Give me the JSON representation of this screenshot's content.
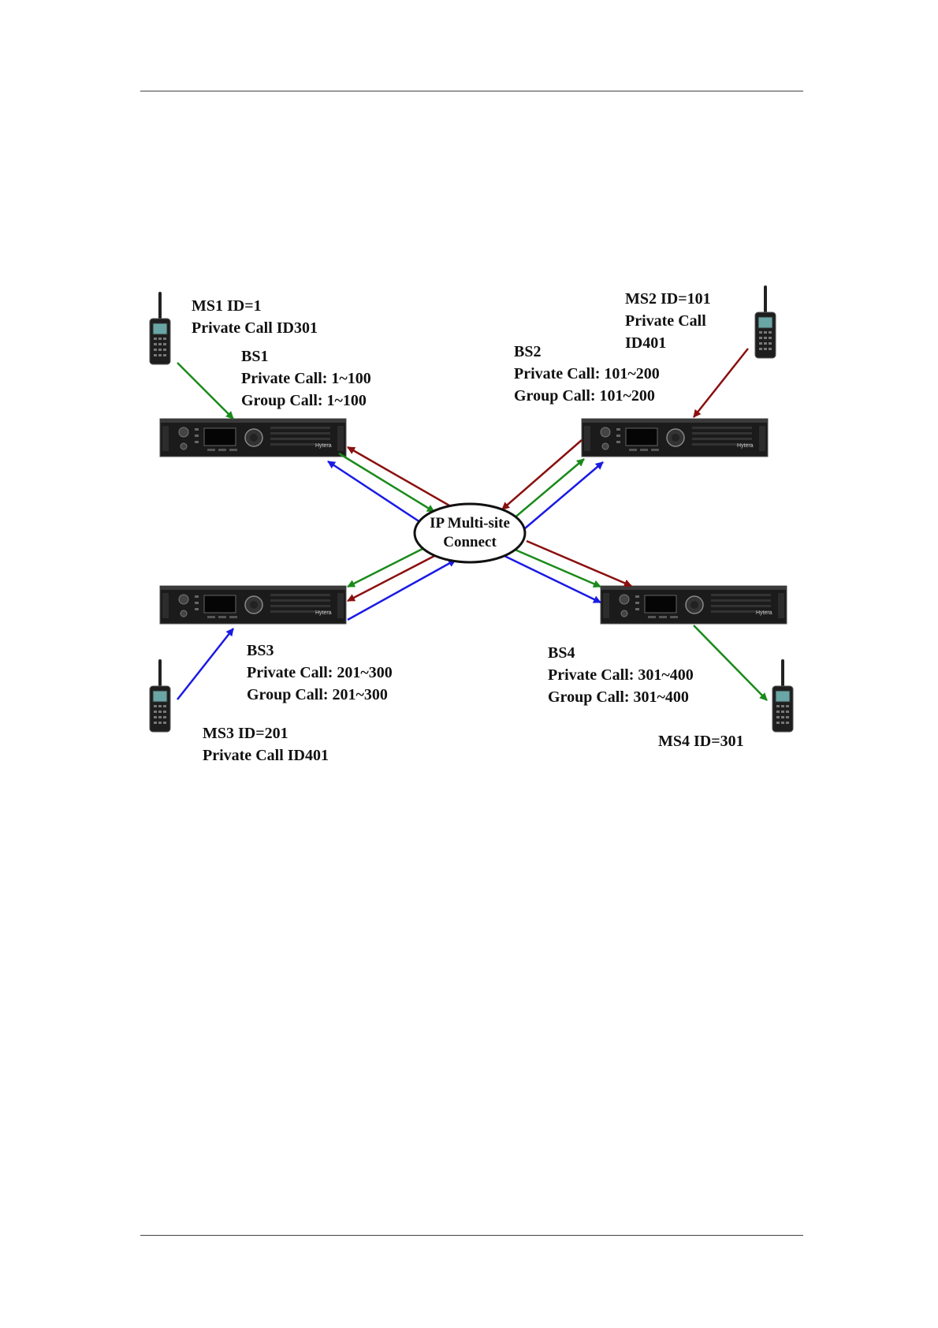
{
  "network": {
    "line1": "IP Multi-site",
    "line2": "Connect"
  },
  "base_stations": [
    {
      "name": "BS1",
      "private": "Private Call: 1~100",
      "group": "Group Call: 1~100",
      "brand": "Hytera"
    },
    {
      "name": "BS2",
      "private": "Private Call: 101~200",
      "group": "Group Call: 101~200",
      "brand": "Hytera"
    },
    {
      "name": "BS3",
      "private": "Private Call: 201~300",
      "group": "Group Call: 201~300",
      "brand": "Hytera"
    },
    {
      "name": "BS4",
      "private": "Private Call: 301~400",
      "group": "Group Call: 301~400",
      "brand": "Hytera"
    }
  ],
  "mobile_stations": [
    {
      "line1": "MS1 ID=1",
      "line2": "Private Call ID301"
    },
    {
      "line1": "MS2 ID=101",
      "line2": "Private Call",
      "line3": "ID401"
    },
    {
      "line1": "MS3 ID=201",
      "line2": "Private Call ID401"
    },
    {
      "line1": "MS4 ID=301"
    }
  ],
  "colors": {
    "red": "#8b0f0f",
    "green": "#1a8a1a",
    "blue": "#1a1ae6"
  }
}
